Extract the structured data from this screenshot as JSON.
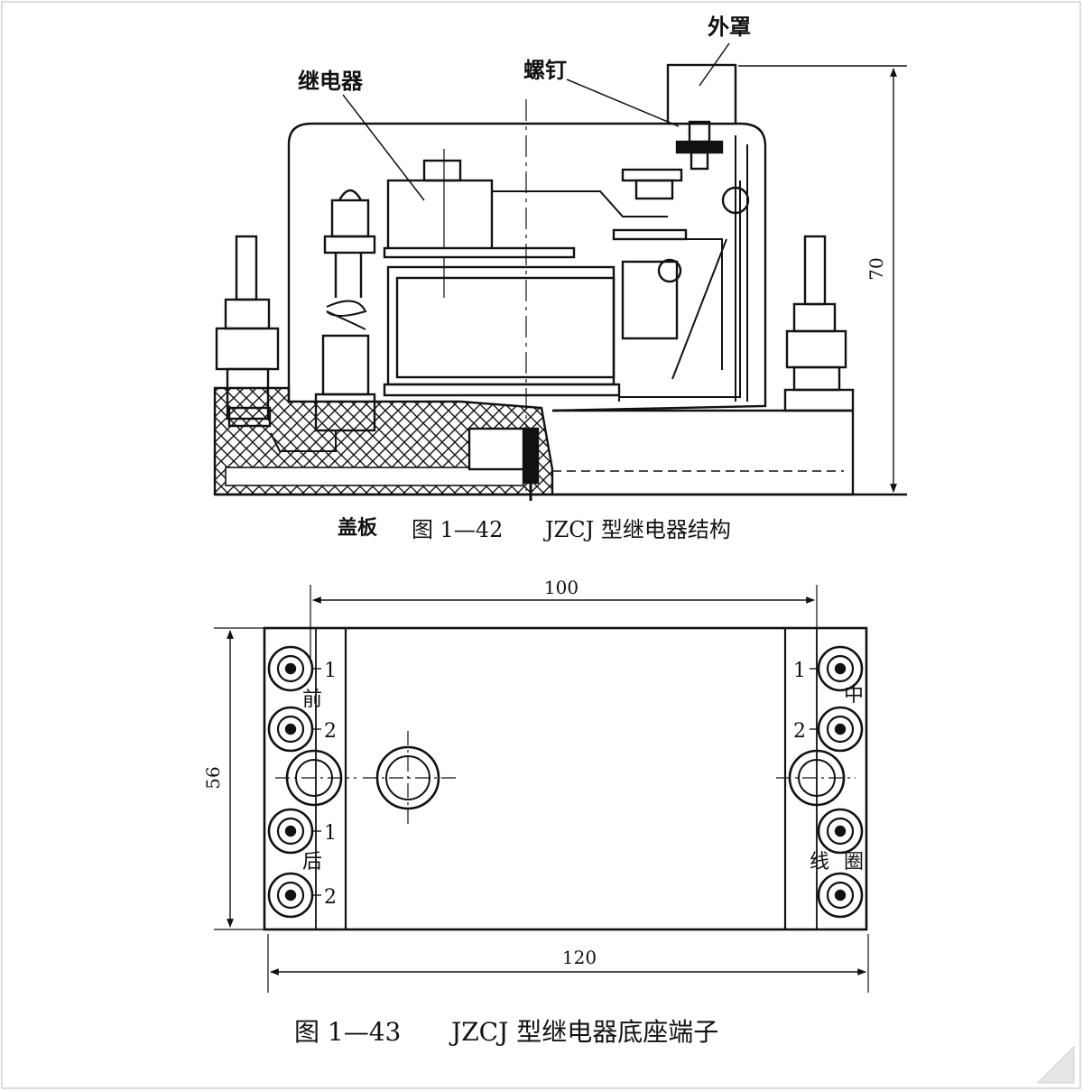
{
  "figure1": {
    "labels": {
      "cover": "外罩",
      "screw": "螺钉",
      "relay": "继电器",
      "plate": "盖板"
    },
    "dimension_height": "70",
    "caption_number": "图 1—42",
    "caption_text": "JZCJ 型继电器结构"
  },
  "figure2": {
    "dimension_top": "100",
    "dimension_bottom": "120",
    "dimension_side": "56",
    "left_terminals": {
      "n1": "1",
      "n2": "2",
      "n3": "1",
      "n4": "2",
      "group_front": "前",
      "group_rear": "后"
    },
    "right_terminals": {
      "n1": "1",
      "n2": "2",
      "group_middle": "中",
      "group_coil_a": "线",
      "group_coil_b": "圈"
    },
    "caption_number": "图 1—43",
    "caption_text": "JZCJ 型继电器底座端子"
  }
}
